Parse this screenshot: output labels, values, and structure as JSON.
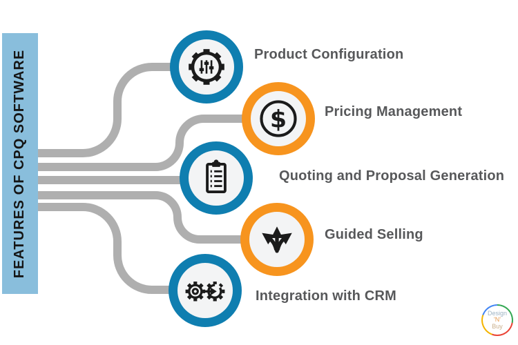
{
  "title_bar": {
    "text": "FEATURES OF CPQ SOFTWARE",
    "bg_color": "#89BEDC"
  },
  "features": [
    {
      "label": "Product Configuration",
      "icon": "settings-gear-icon",
      "ring_color": "#0F7EB0"
    },
    {
      "label": "Pricing Management",
      "icon": "dollar-circle-icon",
      "ring_color": "#F7941E"
    },
    {
      "label": "Quoting and Proposal Generation",
      "icon": "checklist-clipboard-icon",
      "ring_color": "#0F7EB0"
    },
    {
      "label": "Guided Selling",
      "icon": "three-way-arrows-icon",
      "ring_color": "#F7941E"
    },
    {
      "label": "Integration with CRM",
      "icon": "gears-integration-icon",
      "ring_color": "#0F7EB0"
    }
  ],
  "colors": {
    "blue": "#0F7EB0",
    "orange": "#F7941E",
    "connector_gray": "#AFAFAF",
    "label_text": "#57585A",
    "inner_circle": "#F3F4F5",
    "icon_ink": "#1b1b1b"
  },
  "logo": {
    "line1": "Design",
    "line2": "'N'",
    "line3": "Buy",
    "line1_color": "#9FB4C4",
    "line2_color": "#E59A4F",
    "line3_color": "#C9AE8A",
    "ring_colors": [
      "#34A853",
      "#EA4335",
      "#F4B400",
      "#4285F4"
    ]
  }
}
